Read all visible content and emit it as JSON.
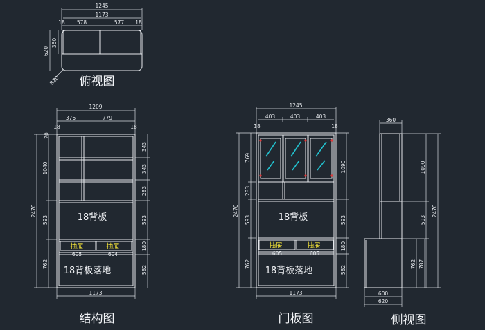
{
  "views": {
    "top": {
      "title": "俯视图",
      "dims": {
        "overall": "1245",
        "inner": "1173",
        "side_l": "18",
        "bay_l": "578",
        "bay_r": "577",
        "side_r": "18",
        "depth_upper": "360",
        "depth_total": "620",
        "corner": "R20"
      }
    },
    "structure": {
      "title": "结构图",
      "dims": {
        "top_width": "1209",
        "left_bay": "376",
        "right_bay": "779",
        "top_l": "18",
        "top_r": "18",
        "total_h": "2470",
        "h_upper": "1040",
        "h_mid": "593",
        "h_low": "762",
        "r_343a": "343",
        "r_343b": "343",
        "r_283": "283",
        "r_593": "593",
        "r_180": "180",
        "r_582": "582",
        "drawer_l_w": "605",
        "drawer_r_w": "604",
        "bottom_w": "1173",
        "top_small": "20"
      },
      "labels": {
        "back_panel": "18背板",
        "drawer_l": "抽屉",
        "drawer_r": "抽屉",
        "floor_panel": "18背板落地"
      }
    },
    "door": {
      "title": "门板图",
      "dims": {
        "overall": "1245",
        "door_a": "403",
        "door_b": "403",
        "door_c": "403",
        "top_l": "18",
        "top_r": "18",
        "total_h": "2470",
        "l_769": "769",
        "l_283": "283",
        "l_593": "593",
        "l_762": "762",
        "r_1090": "1090",
        "r_593": "593",
        "r_180": "180",
        "r_582": "582",
        "drawer_l_w": "605",
        "drawer_r_w": "605",
        "bottom_w": "1173"
      },
      "labels": {
        "back_panel": "18背板",
        "drawer_l": "抽屉",
        "drawer_r": "抽屉",
        "floor_panel": "18背板落地"
      }
    },
    "side": {
      "title": "侧视图",
      "dims": {
        "top_depth": "360",
        "h_1090": "1090",
        "h_593": "593",
        "total": "2470",
        "h_762": "762",
        "h_787": "787",
        "base_600": "600",
        "base_620": "620"
      }
    }
  },
  "colors": {
    "background": "#212830",
    "lines": "#e6e9ed",
    "glass": "#22c3d0",
    "drawer_text": "#f2e238",
    "marker": "#e23a3a"
  }
}
